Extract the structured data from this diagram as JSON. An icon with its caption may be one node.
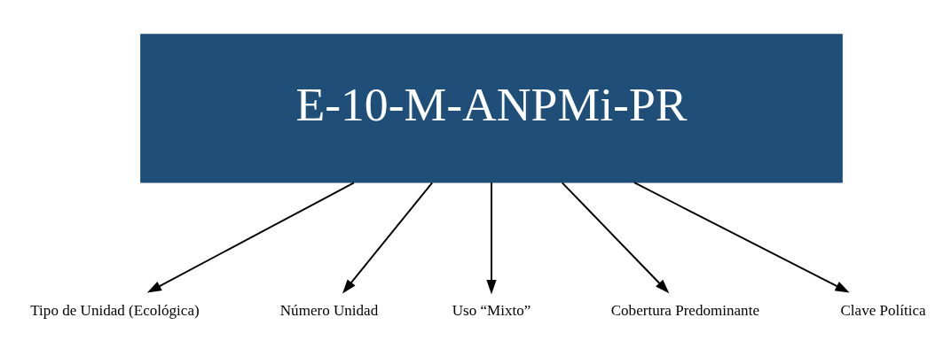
{
  "diagram": {
    "nodes": [
      {
        "text": [
          "E-10-M-ANPMi-PR"
        ]
      },
      {
        "text": [
          "Tipo de Unidad (Ecológica)"
        ]
      },
      {
        "text": [
          "Número Unidad"
        ]
      },
      {
        "text": [
          "Uso “Mixto”"
        ]
      },
      {
        "text": [
          "Cobertura Predominante"
        ]
      },
      {
        "text": [
          "Clave Política"
        ]
      }
    ],
    "edges": [
      {
        "from": 0,
        "to": 1,
        "arrow": "to"
      },
      {
        "from": 0,
        "to": 2,
        "arrow": "to"
      },
      {
        "from": 0,
        "to": 3,
        "arrow": "to"
      },
      {
        "from": 0,
        "to": 4,
        "arrow": "to"
      },
      {
        "from": 0,
        "to": 5,
        "arrow": "to"
      }
    ]
  }
}
